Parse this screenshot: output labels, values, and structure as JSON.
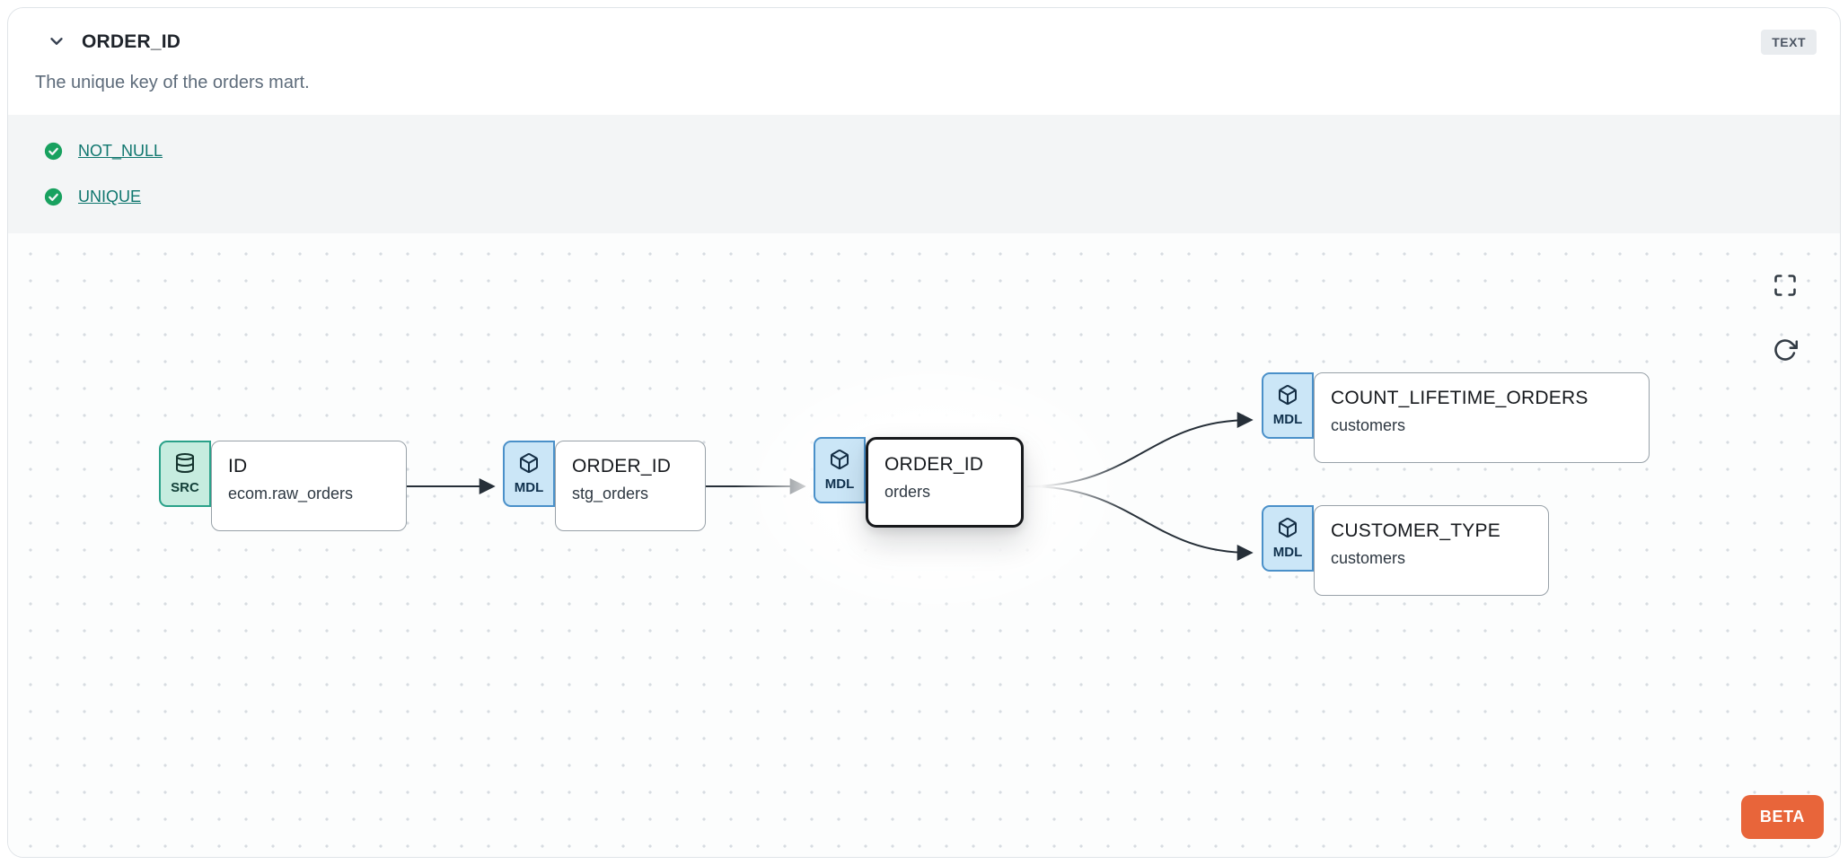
{
  "header": {
    "title": "ORDER_ID",
    "type_badge": "TEXT",
    "description": "The unique key of the orders mart."
  },
  "tests": {
    "items": [
      {
        "label": "NOT_NULL",
        "status": "pass"
      },
      {
        "label": "UNIQUE",
        "status": "pass"
      }
    ]
  },
  "lineage": {
    "beta_label": "BETA",
    "nodes": [
      {
        "badge": "SRC",
        "title": "ID",
        "subtitle": "ecom.raw_orders",
        "selected": false
      },
      {
        "badge": "MDL",
        "title": "ORDER_ID",
        "subtitle": "stg_orders",
        "selected": false
      },
      {
        "badge": "MDL",
        "title": "ORDER_ID",
        "subtitle": "orders",
        "selected": true
      },
      {
        "badge": "MDL",
        "title": "COUNT_LIFETIME_ORDERS",
        "subtitle": "customers",
        "selected": false
      },
      {
        "badge": "MDL",
        "title": "CUSTOMER_TYPE",
        "subtitle": "customers",
        "selected": false
      }
    ],
    "edges": [
      {
        "from": "ID",
        "to": "ORDER_ID (stg_orders)"
      },
      {
        "from": "ORDER_ID (stg_orders)",
        "to": "ORDER_ID (orders)"
      },
      {
        "from": "ORDER_ID (orders)",
        "to": "COUNT_LIFETIME_ORDERS"
      },
      {
        "from": "ORDER_ID (orders)",
        "to": "CUSTOMER_TYPE"
      }
    ],
    "icons": [
      "chevron-down-icon",
      "check-circle-icon",
      "database-icon",
      "cube-icon",
      "fullscreen-icon",
      "refresh-icon"
    ]
  },
  "colors": {
    "accent_orange": "#e8653a",
    "test_pass_green": "#18a15f",
    "link_teal": "#0f766e",
    "src_badge_bg": "#c6ecdf",
    "src_badge_border": "#2aa189",
    "mdl_badge_bg": "#cbe6f7",
    "mdl_badge_border": "#4a90c9"
  }
}
